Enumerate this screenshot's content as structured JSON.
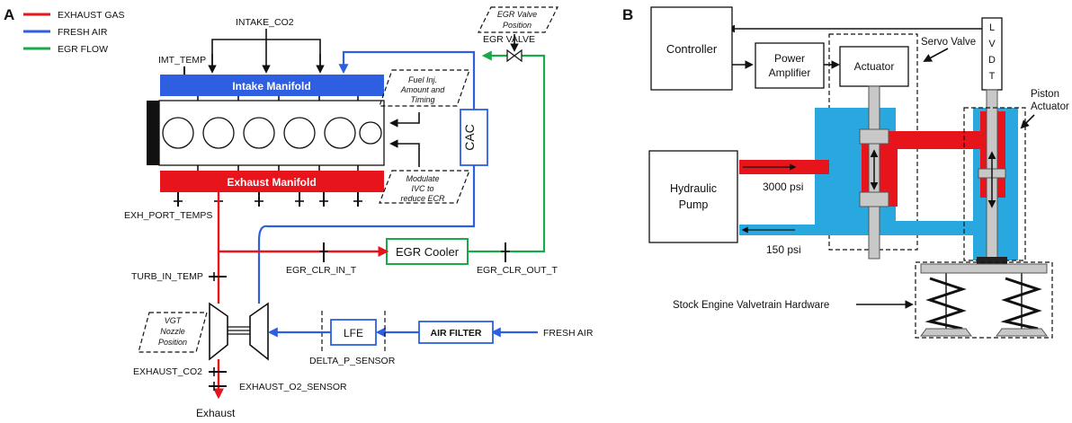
{
  "panel_a": {
    "letter": "A",
    "legend": [
      {
        "label": "EXHAUST GAS",
        "color": "#e8141c"
      },
      {
        "label": "FRESH AIR",
        "color": "#2d5fe0"
      },
      {
        "label": "EGR FLOW",
        "color": "#1aa84a"
      }
    ],
    "intake_manifold": "Intake Manifold",
    "exhaust_manifold": "Exhaust Manifold",
    "cac": "CAC",
    "egr_cooler": "EGR Cooler",
    "lfe": "LFE",
    "air_filter": "AIR FILTER",
    "sensors": {
      "intake_co2": "INTAKE_CO2",
      "imt_temp": "IMT_TEMP",
      "egr_valve": "EGR VALVE",
      "exh_port_temps": "EXH_PORT_TEMPS",
      "egr_clr_in_t": "EGR_CLR_IN_T",
      "egr_clr_out_t": "EGR_CLR_OUT_T",
      "turb_in_temp": "TURB_IN_TEMP",
      "delta_p_sensor": "DELTA_P_SENSOR",
      "exhaust_co2": "EXHAUST_CO2",
      "exhaust_o2_sensor": "EXHAUST_O2_SENSOR",
      "fresh_air": "FRESH AIR",
      "exhaust": "Exhaust"
    },
    "actuators": {
      "egr_valve_position": [
        "EGR Valve",
        "Position"
      ],
      "fuel_inj": [
        "Fuel Inj.",
        "Amount and",
        "Timing"
      ],
      "modulate_ivc": [
        "Modulate",
        "IVC to",
        "reduce ECR"
      ],
      "vgt_nozzle": [
        "VGT",
        "Nozzle",
        "Position"
      ]
    }
  },
  "panel_b": {
    "letter": "B",
    "controller": "Controller",
    "power_amplifier": [
      "Power",
      "Amplifier"
    ],
    "actuator": "Actuator",
    "servo_valve": "Servo Valve",
    "lvdt": [
      "L",
      "V",
      "D",
      "T"
    ],
    "piston_actuator": [
      "Piston",
      "Actuator"
    ],
    "hydraulic_pump": [
      "Hydraulic",
      "Pump"
    ],
    "pressure_high": "3000 psi",
    "pressure_low": "150 psi",
    "valvetrain": "Stock Engine Valvetrain Hardware",
    "colors": {
      "fluid_blue": "#29a8e0",
      "fluid_red": "#e8141c",
      "valve_grey": "#c8c8c8"
    }
  }
}
